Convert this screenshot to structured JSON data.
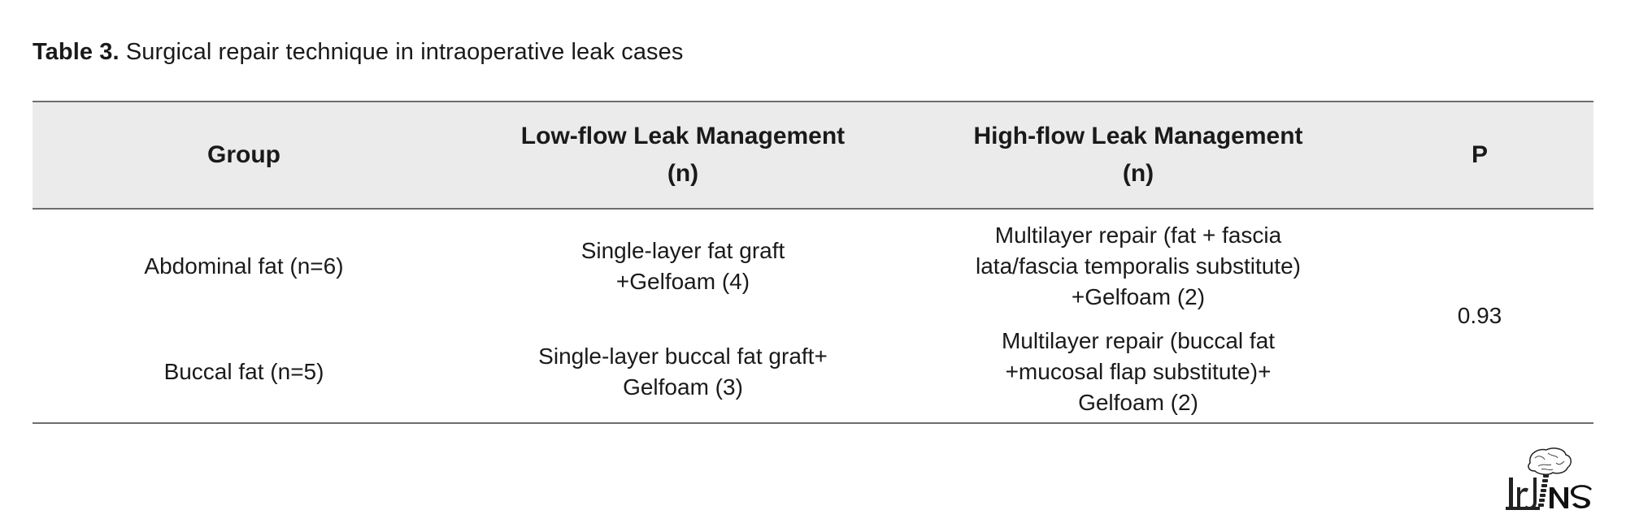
{
  "caption": {
    "label": "Table 3.",
    "text": "Surgical repair technique in intraoperative leak cases"
  },
  "table": {
    "headers": [
      {
        "line1": "Group",
        "line2": ""
      },
      {
        "line1": "Low-flow Leak Management",
        "line2": "(n)"
      },
      {
        "line1": "High-flow Leak Management",
        "line2": "(n)"
      },
      {
        "line1": "P",
        "line2": ""
      }
    ],
    "rows": [
      {
        "group": "Abdominal fat (n=6)",
        "low": [
          "Single-layer fat graft",
          "+Gelfoam (4)"
        ],
        "high": [
          "Multilayer repair (fat + fascia",
          "lata/fascia temporalis substitute)",
          "+Gelfoam (2)"
        ]
      },
      {
        "group": "Buccal fat (n=5)",
        "low": [
          "Single-layer buccal fat graft+",
          "Gelfoam (3)"
        ],
        "high": [
          "Multilayer repair (buccal fat",
          "+mucosal flap substitute)+",
          "Gelfoam (2)"
        ]
      }
    ],
    "p_value": "0.93"
  },
  "logo": {
    "text": "IrJNS",
    "icon": "brain-spine-logo-icon"
  }
}
